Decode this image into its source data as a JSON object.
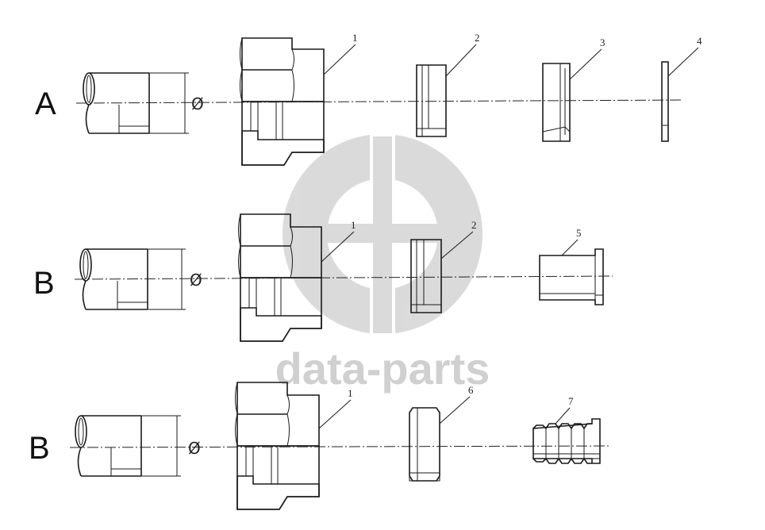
{
  "diagram": {
    "rows": [
      {
        "label": "A",
        "parts": [
          "1",
          "2",
          "3",
          "4"
        ]
      },
      {
        "label": "B",
        "parts": [
          "1",
          "2",
          "5"
        ]
      },
      {
        "label": "B",
        "parts": [
          "1",
          "6",
          "7"
        ]
      }
    ],
    "diameter_symbol": "Ø",
    "line_color": "#1a1a1a"
  },
  "watermark": {
    "text": "data-parts",
    "color": "#c8c8c8"
  }
}
